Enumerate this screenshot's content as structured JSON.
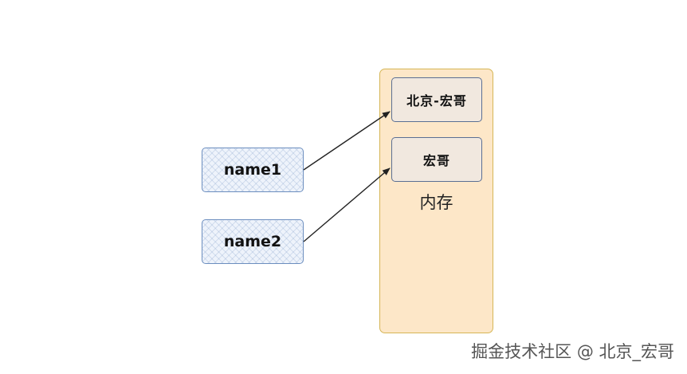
{
  "variables": [
    {
      "label": "name1"
    },
    {
      "label": "name2"
    }
  ],
  "memory": {
    "label": "内存",
    "values": [
      {
        "label": "北京-宏哥"
      },
      {
        "label": "宏哥"
      }
    ]
  },
  "watermark": "掘金技术社区 @ 北京_宏哥",
  "colors": {
    "variable_border": "#6c8ebf",
    "variable_fill": "#eef3fb",
    "memory_border": "#d6b656",
    "memory_fill": "#fde7c8",
    "value_border": "#5b6f93",
    "value_fill": "#f1e8df",
    "arrow": "#222222"
  },
  "connections": [
    {
      "from": "name1",
      "to": "北京-宏哥"
    },
    {
      "from": "name2",
      "to": "宏哥"
    }
  ]
}
